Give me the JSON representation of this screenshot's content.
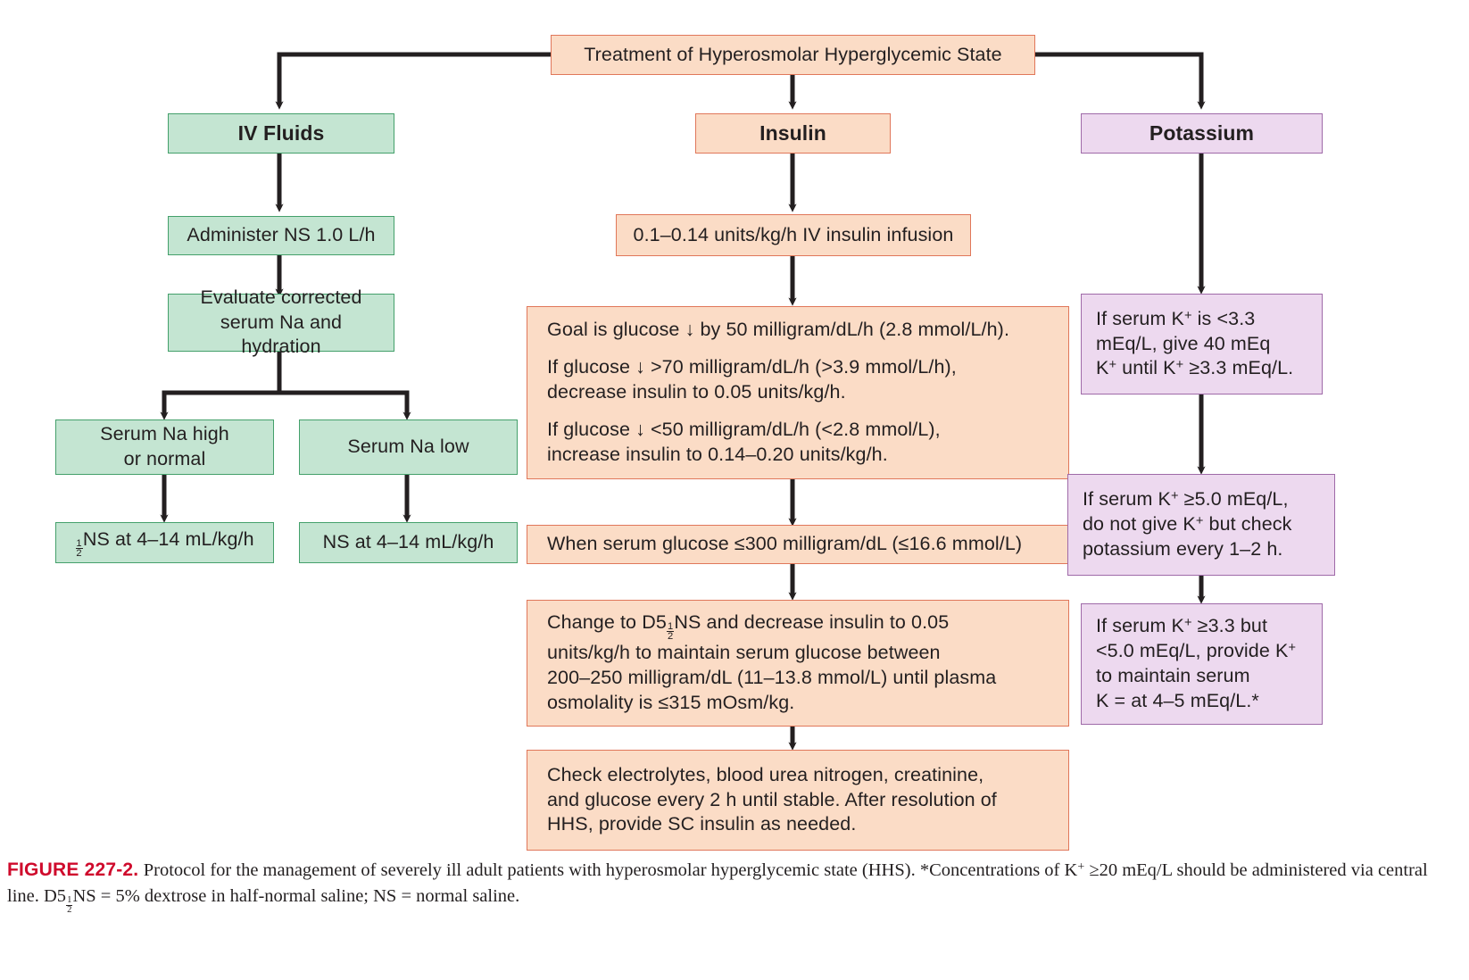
{
  "figure": {
    "label": "FIGURE 227-2.",
    "caption_line1": "Protocol for the management of severely ill adult patients with hyperosmolar hyperglycemic state (HHS). *Concentrations of K",
    "caption_sup1": "+",
    "caption_line1b": " ≥20 mEq/L should be administered via",
    "caption_line2a": "central line. D5",
    "caption_frac": "1/2",
    "caption_line2b": "NS = 5% dextrose in half-normal saline; NS = normal saline."
  },
  "colors": {
    "peach_fill": "#fbdcc6",
    "peach_border": "#e0775a",
    "green_fill": "#c4e5d2",
    "green_border": "#44a06b",
    "lilac_fill": "#edd9ef",
    "lilac_border": "#9f6aa8",
    "arrow": "#231f20",
    "fig_label": "#cf0a2c"
  },
  "root": {
    "title": "Treatment of Hyperosmolar Hyperglycemic State"
  },
  "columns": {
    "fluids": {
      "header": "IV Fluids",
      "steps": [
        {
          "text": "Administer NS 1.0 L/h"
        },
        {
          "line1": "Evaluate corrected",
          "line2": "serum Na and hydration"
        }
      ],
      "branch_left": {
        "line1": "Serum Na high",
        "line2": "or normal",
        "result_prefix": "",
        "result_frac": "1/2",
        "result_text": "NS at 4–14 mL/kg/h"
      },
      "branch_right": {
        "line1": "Serum Na low",
        "result_text": "NS at 4–14 mL/kg/h"
      }
    },
    "insulin": {
      "header": "Insulin",
      "infusion": "0.1–0.14 units/kg/h IV insulin infusion",
      "goals": {
        "p1": "Goal is glucose ↓ by 50 milligram/dL/h (2.8 mmol/L/h).",
        "p2_l1": "If glucose ↓ >70 milligram/dL/h (>3.9 mmol/L/h),",
        "p2_l2": "decrease insulin to 0.05 units/kg/h.",
        "p3_l1": "If glucose ↓ <50 milligram/dL/h (<2.8 mmol/L),",
        "p3_l2": "increase insulin to 0.14–0.20 units/kg/h."
      },
      "threshold": "When serum glucose ≤300 milligram/dL (≤16.6 mmol/L)",
      "change": {
        "l1a": "Change to D5",
        "l1_frac": "1/2",
        "l1b": "NS and decrease insulin to 0.05",
        "l2": "units/kg/h to maintain serum glucose between",
        "l3": "200–250 milligram/dL (11–13.8 mmol/L) until plasma",
        "l4": "osmolality is ≤315 mOsm/kg."
      },
      "monitor": {
        "l1": "Check electrolytes, blood urea nitrogen, creatinine,",
        "l2": "and glucose every 2 h until stable. After resolution of",
        "l3": "HHS, provide SC insulin as needed."
      }
    },
    "potassium": {
      "header": "Potassium",
      "low": {
        "l1a": "If serum K",
        "l1_sup": "+",
        "l1b": " is <3.3",
        "l2": "mEq/L, give 40 mEq",
        "l3a": "K",
        "l3_sup1": "+",
        "l3b": " until K",
        "l3_sup2": "+",
        "l3c": " ≥3.3 mEq/L."
      },
      "high": {
        "l1a": "If serum K",
        "l1_sup": "+",
        "l1b": " ≥5.0 mEq/L,",
        "l2a": "do not give K",
        "l2_sup": "+",
        "l2b": " but check",
        "l3": "potassium every 1–2 h."
      },
      "mid": {
        "l1a": "If serum K",
        "l1_sup": "+",
        "l1b": " ≥3.3 but",
        "l2a": "<5.0 mEq/L, provide K",
        "l2_sup": "+",
        "l3": "to maintain serum",
        "l4": "K = at 4–5 mEq/L.*"
      }
    }
  }
}
